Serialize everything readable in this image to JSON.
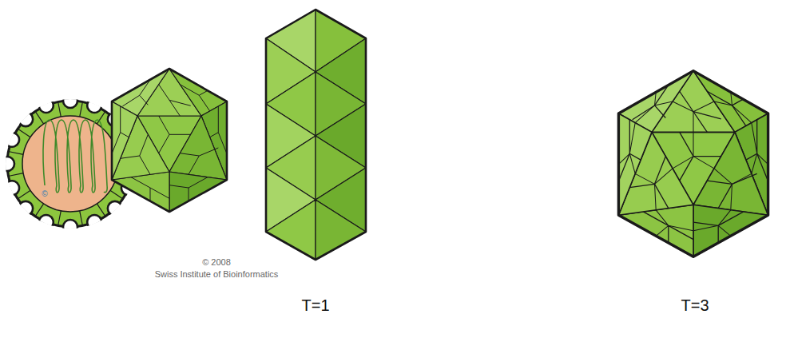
{
  "diagram": {
    "labels": [
      "©",
      "© 2008",
      "Swiss Institute of Bioinformatics",
      "T=1",
      "T=3"
    ]
  }
}
